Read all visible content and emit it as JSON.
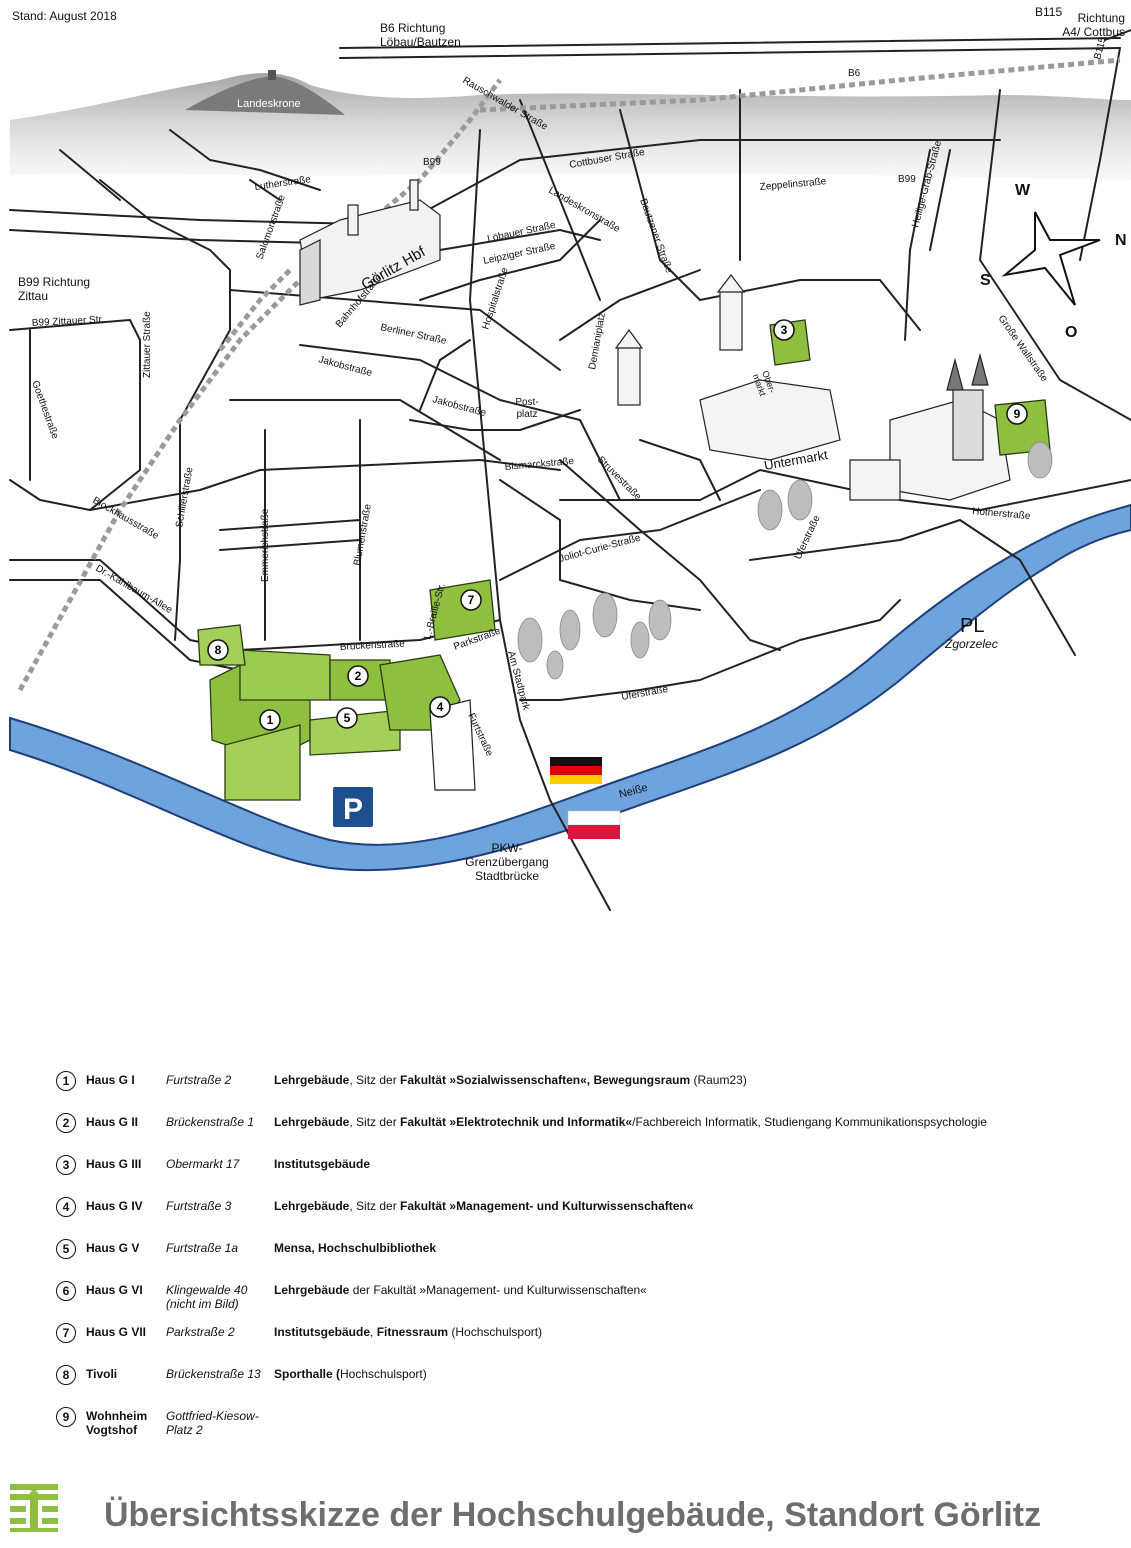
{
  "header": {
    "date_note": "Stand: August 2018",
    "b6_direction": "B6 Richtung\nLöbau/Bautzen",
    "b115": "B115",
    "a4_direction": "Richtung\nA4/ Cottbus",
    "b99_zittau": "B99 Richtung\nZittau"
  },
  "map_labels": {
    "landeskrone": "Landeskrone",
    "goerlitz_hbf": "Görlitz Hbf",
    "untermarkt": "Untermarkt",
    "obermarkt": "Ober-\nmarkt",
    "postplatz": "Post-\nplatz",
    "demianiplatz": "Demianiplatz",
    "pl": "PL",
    "zgorzelec": "Zgorzelec",
    "neisse": "Neiße",
    "border_crossing": "PKW-\nGrenzübergang\nStadtbrücke",
    "parking": "P",
    "b6": "B6",
    "b99": "B99",
    "b99_b": "B99",
    "b115_road": "B115"
  },
  "streets": [
    "Lutherstraße",
    "Salomonstraße",
    "Bahnhofstraße",
    "Berliner Straße",
    "Jakobstraße",
    "Jakobstraße",
    "Hospitalstraße",
    "Löbauer Straße",
    "Leipziger Straße",
    "Landeskronstraße",
    "Cottbuser Straße",
    "Bautzener Straße",
    "Rauschwalder Straße",
    "Zeppelinstraße",
    "Heilige-Grab-Straße",
    "Große Wallstraße",
    "B99 Zittauer Str.",
    "Zittauer Straße",
    "Goethestraße",
    "Blockhausstraße",
    "Schillerstraße",
    "Emmerichstraße",
    "Blumenstraße",
    "Dr.-Kahlbaum-Allee",
    "Brückenstraße",
    "Parkstraße",
    "L.-Braille-Str.",
    "Am Stadtpark",
    "Furtstraße",
    "Bismarckstraße",
    "Struvestraße",
    "Joliot-Curie-Straße",
    "Uferstraße",
    "Uferstraße",
    "Hotherstraße"
  ],
  "compass": {
    "n": "N",
    "s": "S",
    "w": "W",
    "o": "O"
  },
  "buildings": [
    {
      "num": "1",
      "name": "Haus G I",
      "addr": "Furtstraße 2",
      "desc_bold1": "Lehrgebäude",
      "desc_plain1": ", Sitz der ",
      "desc_bold2": "Fakultät »Sozialwissenschaften«, Bewegungsraum",
      "desc_plain2": " (Raum23)"
    },
    {
      "num": "2",
      "name": "Haus G II",
      "addr": "Brückenstraße 1",
      "desc_bold1": "Lehrgebäude",
      "desc_plain1": ", Sitz der ",
      "desc_bold2": "Fakultät »Elektrotechnik und Informatik«",
      "desc_plain2": "/Fachbereich Informatik, Studiengang Kommunikationspsychologie"
    },
    {
      "num": "3",
      "name": "Haus G III",
      "addr": "Obermarkt 17",
      "desc_bold1": "Institutsgebäude",
      "desc_plain1": "",
      "desc_bold2": "",
      "desc_plain2": ""
    },
    {
      "num": "4",
      "name": "Haus G IV",
      "addr": "Furtstraße 3",
      "desc_bold1": "Lehrgebäude",
      "desc_plain1": ", Sitz der ",
      "desc_bold2": "Fakultät »Management- und Kulturwissenschaften«",
      "desc_plain2": ""
    },
    {
      "num": "5",
      "name": "Haus G V",
      "addr": "Furtstraße 1a",
      "desc_bold1": "Mensa, Hochschulbibliothek",
      "desc_plain1": "",
      "desc_bold2": "",
      "desc_plain2": ""
    },
    {
      "num": "6",
      "name": "Haus G VI",
      "addr": "Klingewalde 40\n(nicht im Bild)",
      "desc_bold1": "Lehrgebäude",
      "desc_plain1": " der Fakultät »Management- und Kulturwissenschaften«",
      "desc_bold2": "",
      "desc_plain2": ""
    },
    {
      "num": "7",
      "name": "Haus G VII",
      "addr": "Parkstraße 2",
      "desc_bold1": "Institutsgebäude",
      "desc_plain1": ", ",
      "desc_bold2": "Fitnessraum",
      "desc_plain2": " (Hochschulsport)"
    },
    {
      "num": "8",
      "name": "Tivoli",
      "addr": "Brückenstraße 13",
      "desc_bold1": "Sporthalle (",
      "desc_plain1": "Hochschulsport)",
      "desc_bold2": "",
      "desc_plain2": ""
    },
    {
      "num": "9",
      "name": "Wohnheim\nVogtshof",
      "addr": "Gottfried-Kiesow-Platz 2",
      "desc_bold1": "",
      "desc_plain1": "",
      "desc_bold2": "",
      "desc_plain2": ""
    }
  ],
  "footer": {
    "title": "Übersichtsskizze der Hochschulgebäude, Standort Görlitz"
  },
  "colors": {
    "river": "#6ea3dc",
    "building_green": "#8fbf3f",
    "footer_text": "#6e6e6e"
  }
}
